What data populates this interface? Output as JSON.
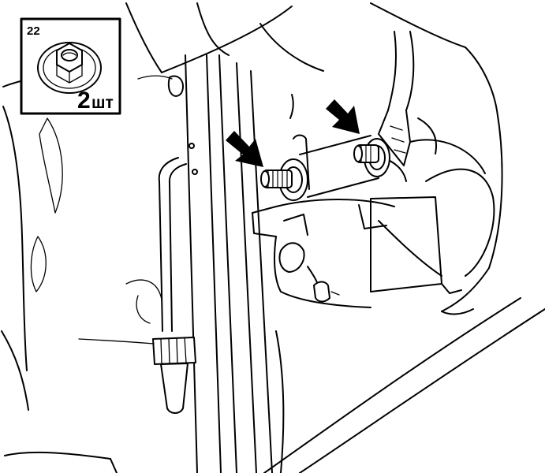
{
  "inset": {
    "part_number": "22",
    "quantity": "2",
    "quantity_unit": "шт"
  },
  "colors": {
    "line": "#000000",
    "background": "#ffffff"
  },
  "icons": [
    "flange-nut-icon",
    "arrow-icon"
  ]
}
